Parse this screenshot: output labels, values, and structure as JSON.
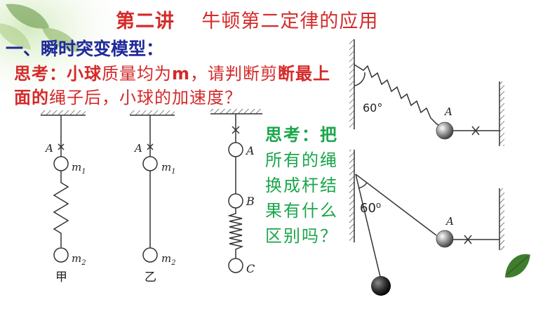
{
  "title": {
    "part1": "第二讲",
    "part2": "牛顿第二定律的应用"
  },
  "section_heading": "一、瞬时突变模型：",
  "question": {
    "bold1": "思考：小球",
    "normal1": "质量均为",
    "bold2": "m",
    "normal2": "，请判断剪",
    "bold3": "断最上面的",
    "normal3": "绳子后，小球的加速度？"
  },
  "green_note": {
    "bold": "思考：把",
    "normal": "所有的绳换成杆结果有什么区别吗？"
  },
  "figures": {
    "jia": {
      "caption": "甲",
      "point_label": "A",
      "mass_top": "m",
      "mass_top_sub": "1",
      "mass_bottom": "m",
      "mass_bottom_sub": "2"
    },
    "yi": {
      "caption": "乙",
      "point_label": "A",
      "mass_top": "m",
      "mass_top_sub": "1",
      "mass_bottom": "m",
      "mass_bottom_sub": "2"
    },
    "chain": {
      "label_a": "A",
      "label_b": "B",
      "label_c": "C"
    },
    "spring_wall": {
      "angle": "60°",
      "ball_label": "A"
    },
    "rod_wall": {
      "angle": "60⁰",
      "ball_label": "A"
    }
  },
  "colors": {
    "title": "#d42a2a",
    "section": "#1f2a9a",
    "question": "#d42a2a",
    "note": "#1aa64a"
  }
}
